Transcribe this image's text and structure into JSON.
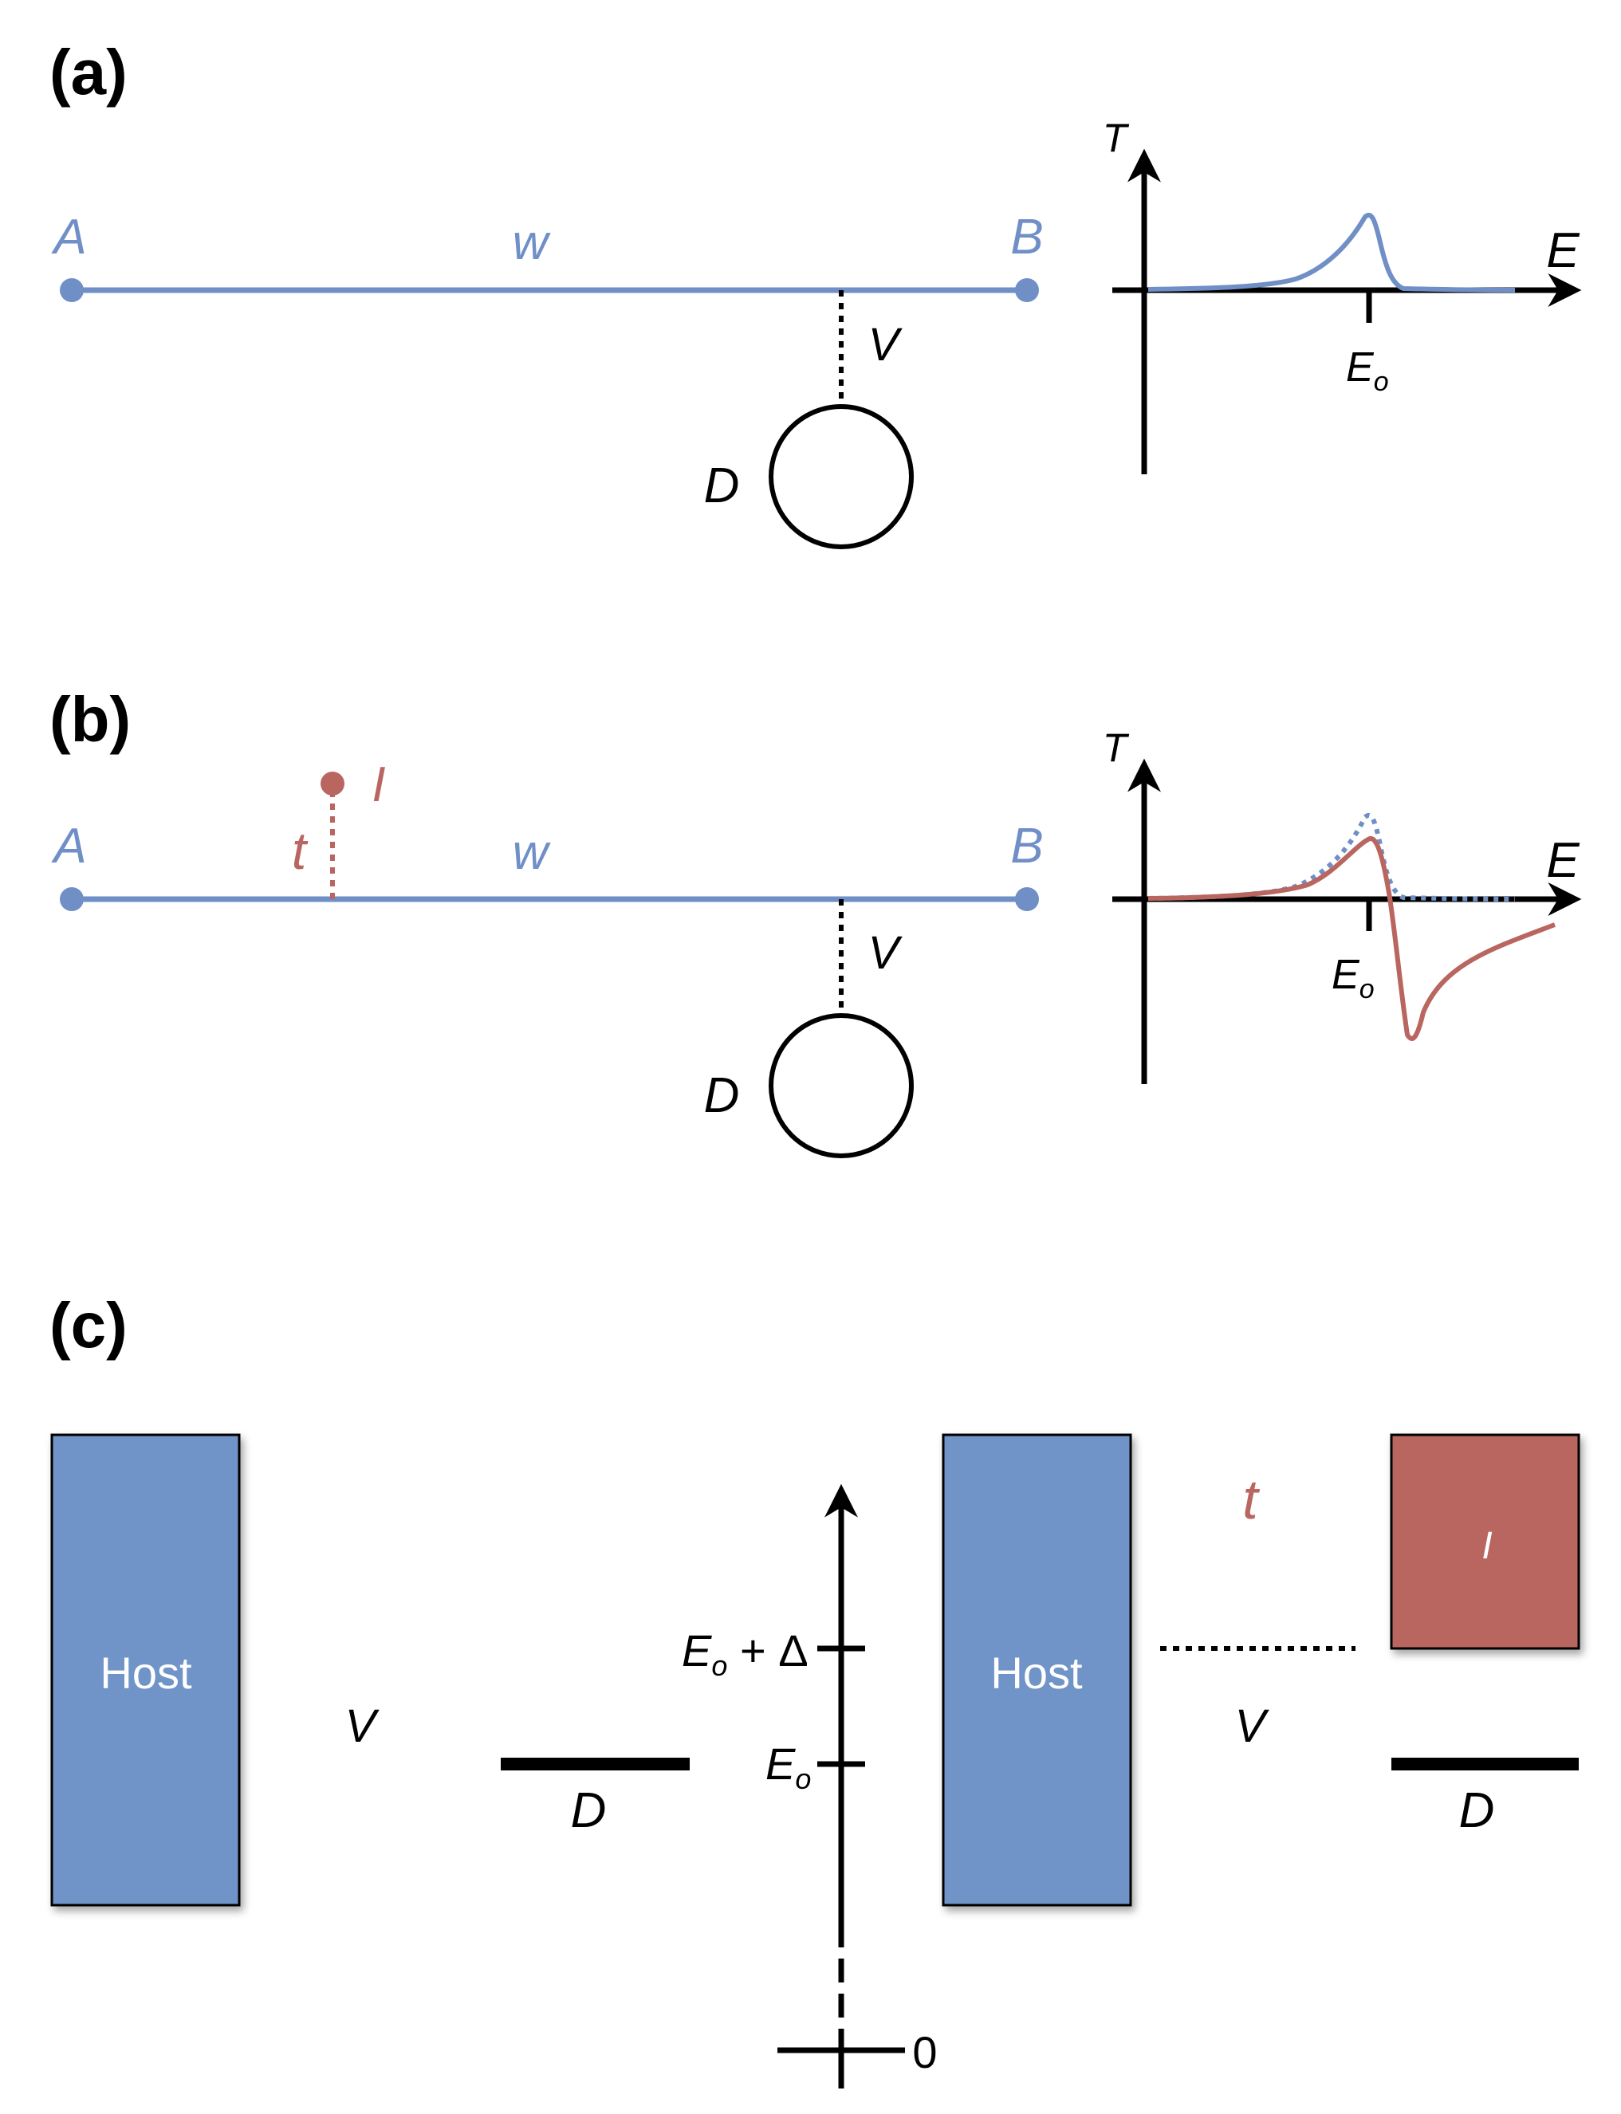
{
  "colors": {
    "blue": "#6f8fc6",
    "red": "#b96661",
    "host_fill": "#7194c8",
    "island_fill": "#b96661",
    "black": "#000000"
  },
  "panel_a": {
    "label": "(a)",
    "node_a": "A",
    "node_b": "B",
    "wire_label": "w",
    "coupling_label": "V",
    "dot_label": "D",
    "graph": {
      "y_axis": "T",
      "x_axis": "E",
      "tick": "E",
      "tick_sub": "o"
    }
  },
  "panel_b": {
    "label": "(b)",
    "node_a": "A",
    "node_b": "B",
    "wire_label": "w",
    "coupling_label": "V",
    "dot_label": "D",
    "impurity_label": "I",
    "impurity_coupling": "t",
    "graph": {
      "y_axis": "T",
      "x_axis": "E",
      "tick": "E",
      "tick_sub": "o"
    }
  },
  "panel_c": {
    "label": "(c)",
    "left_box": "Host",
    "left_coupling": "V",
    "left_level": "D",
    "axis_upper_label_main": "E",
    "axis_upper_label_sub": "o",
    "axis_upper_label_rest": " + Δ",
    "axis_mid_label_main": "E",
    "axis_mid_label_sub": "o",
    "axis_zero": "0",
    "right_box": "Host",
    "right_coupling_t": "t",
    "island_label": "I",
    "right_coupling_v": "V",
    "right_level": "D"
  }
}
